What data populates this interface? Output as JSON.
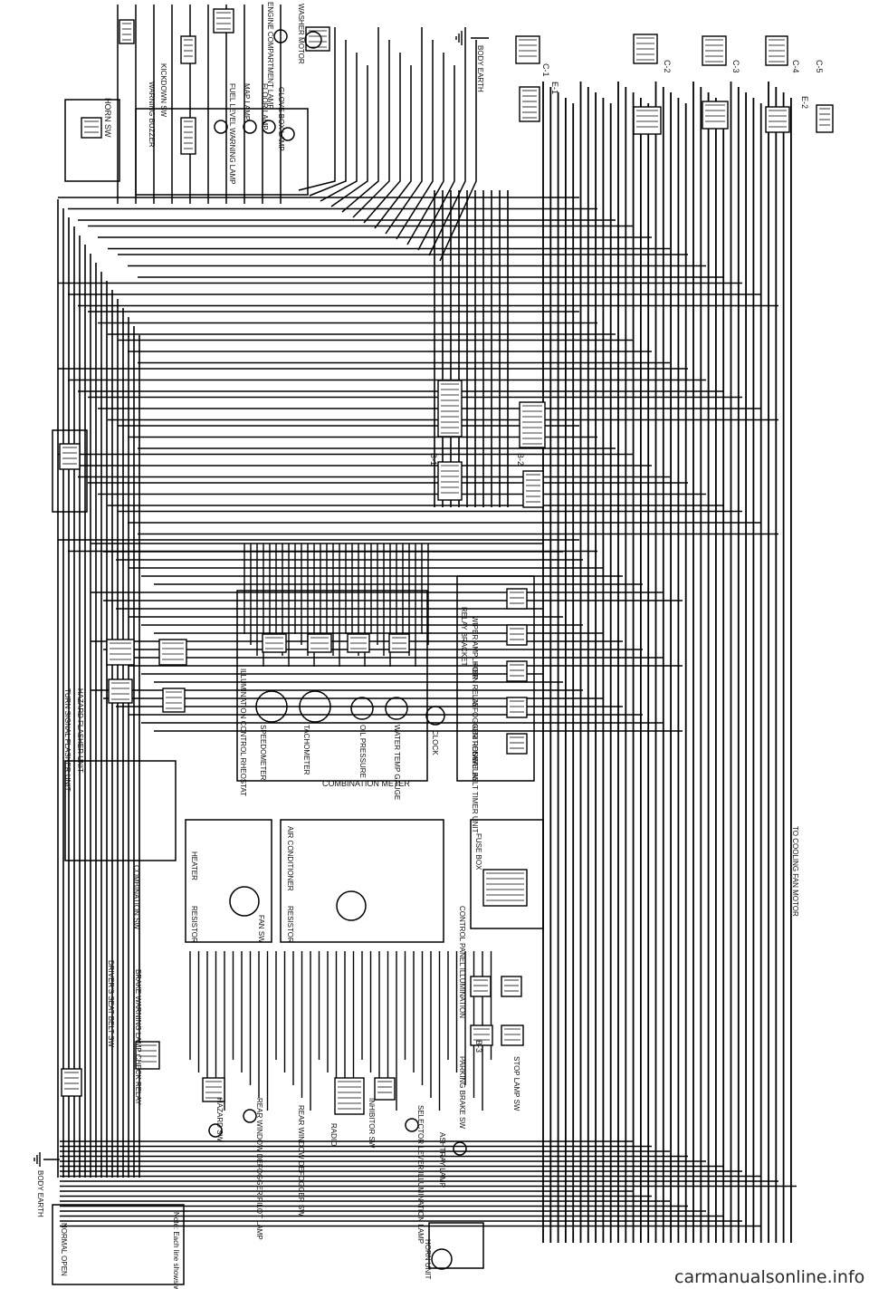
{
  "labels": {
    "horn_sw": "HORN SW",
    "map_lamp": "MAP LAMP",
    "fuel_level_warning": "FUEL LEVEL WARNING LAMP",
    "glove_box_lamp": "GLOVE BOX LAMP",
    "engine_compartment_lamp": "ENGINE COMPARTMENT LAMP",
    "washer_motor": "WASHER MOTOR",
    "body_earth_top": "BODY EARTH",
    "kickdown_sw": "KICKDOWN SW",
    "warning_buzzer": "WARNING BUZZER",
    "floor_lamp": "FLOOR LAMP",
    "turn_signal_flasher": "TURN SIGNAL FLASHER UNIT",
    "hazard_flasher": "HAZARD FLASHER UNIT",
    "illumination_control": "ILLUMINATION CONTROL RHEOSTAT",
    "speedometer": "SPEEDOMETER",
    "tachometer": "TACHOMETER",
    "oil_pressure": "OIL PRESSURE",
    "water_temp": "WATER TEMP GAUGE",
    "clock": "CLOCK",
    "combination_meter": "COMBINATION METER",
    "relay_bracket": "RELAY BRACKET",
    "wiper_amplifier": "WIPER AMPLIFIER",
    "horn_relay": "HORN RELAY",
    "defogger_relay": "DEFOGGER RELAY",
    "ignition_relay": "IGNITION RELAY",
    "seat_belt_timer": "SEAT BELT TIMER UNIT",
    "fan_sw": "FAN SW",
    "air_conditioner": "AIR CONDITIONER",
    "resistor": "RESISTOR",
    "heater": "HEATER",
    "combination_sw": "COMBINATION SW",
    "fuse_box": "FUSE BOX",
    "control_panel_illumination": "CONTROL PANEL ILLUMINATION",
    "to_cooling_fan_motor": "TO COOLING FAN MOTOR",
    "drivers_seat_belt_sw": "DRIVER'S SEAT BELT SW",
    "brake_warning_check_relay": "BRAKE WARNING LAMP CHECK RELAY",
    "rear_window_defogger": "REAR WINDOW DEFOGGER SW",
    "radio": "RADIO",
    "rear_window_defogger_pilot": "REAR WINDOW DEFOGGER PILOT LAMP",
    "hazard_sw": "HAZARD SW",
    "ashtray_lamp": "ASHTRAY LAMP",
    "inhibitor_sw": "INHIBITOR SW",
    "selector_lever_lamp": "SELECTOR LEVER ILLUMINATION LAMP",
    "parking_brake_sw": "PARKING BRAKE SW",
    "stop_lamp_sw": "STOP LAMP SW",
    "body_earth_bottom": "BODY EARTH",
    "horn_unit": "HORN UNIT",
    "normal_open": "NORMAL OPEN",
    "note": "Note: Each line shows wire",
    "connectors": [
      "C-1",
      "C-2",
      "C-3",
      "C-4",
      "C-5",
      "B-1",
      "B-2",
      "B-3",
      "E-1",
      "E-2"
    ]
  },
  "watermark": "carmanualsonline.info"
}
